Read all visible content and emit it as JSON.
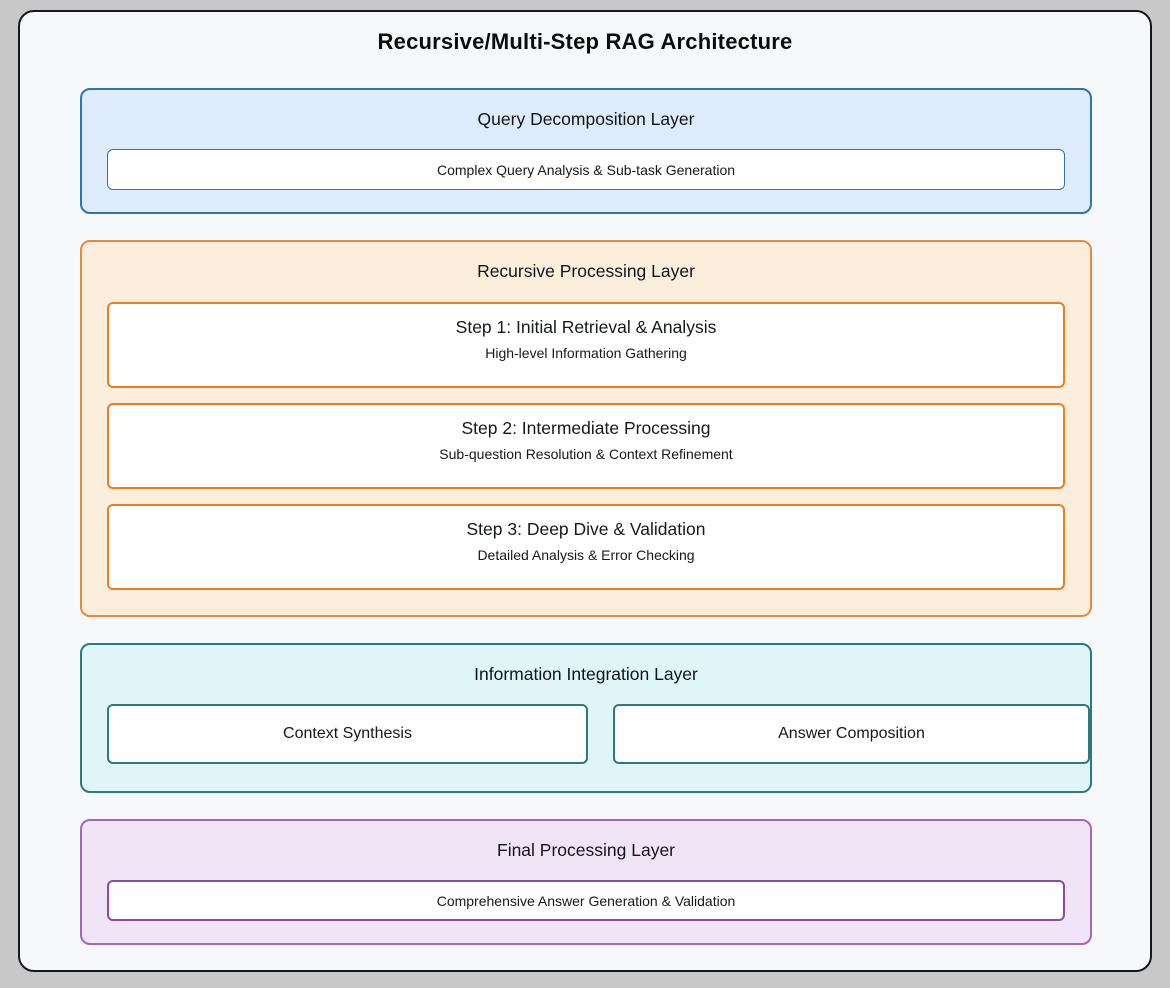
{
  "page": {
    "title": "Recursive/Multi-Step RAG Architecture"
  },
  "colors": {
    "page_bg": "#c8c8c8",
    "canvas_bg": "#f7f8fa",
    "canvas_border": "#16181d",
    "text": "#15181c"
  },
  "layers": [
    {
      "id": "query-decomposition",
      "title": "Query Decomposition Layer",
      "colors": {
        "bg": "#ddebfa",
        "border": "#2e74b6",
        "box_border": "#2e74b6"
      },
      "boxes": [
        {
          "label": "Complex Query Analysis & Sub-task Generation"
        }
      ]
    },
    {
      "id": "recursive-processing",
      "title": "Recursive Processing Layer",
      "colors": {
        "bg": "#fceedd",
        "border": "#e78a3d",
        "box_border": "#ee7d1f"
      },
      "steps": [
        {
          "title": "Step 1: Initial Retrieval & Analysis",
          "subtitle": "High-level Information Gathering"
        },
        {
          "title": "Step 2: Intermediate Processing",
          "subtitle": "Sub-question Resolution & Context Refinement"
        },
        {
          "title": "Step 3: Deep Dive & Validation",
          "subtitle": "Detailed Analysis & Error Checking"
        }
      ]
    },
    {
      "id": "information-integration",
      "title": "Information Integration Layer",
      "colors": {
        "bg": "#dff5f8",
        "border": "#2c7a7b",
        "box_border": "#2c7a7b"
      },
      "boxes": [
        {
          "label": "Context Synthesis"
        },
        {
          "label": "Answer Composition"
        }
      ]
    },
    {
      "id": "final-processing",
      "title": "Final Processing Layer",
      "colors": {
        "bg": "#f1e4f6",
        "border": "#a566c0",
        "box_border": "#8b4ba8"
      },
      "boxes": [
        {
          "label": "Comprehensive Answer Generation & Validation"
        }
      ]
    }
  ]
}
